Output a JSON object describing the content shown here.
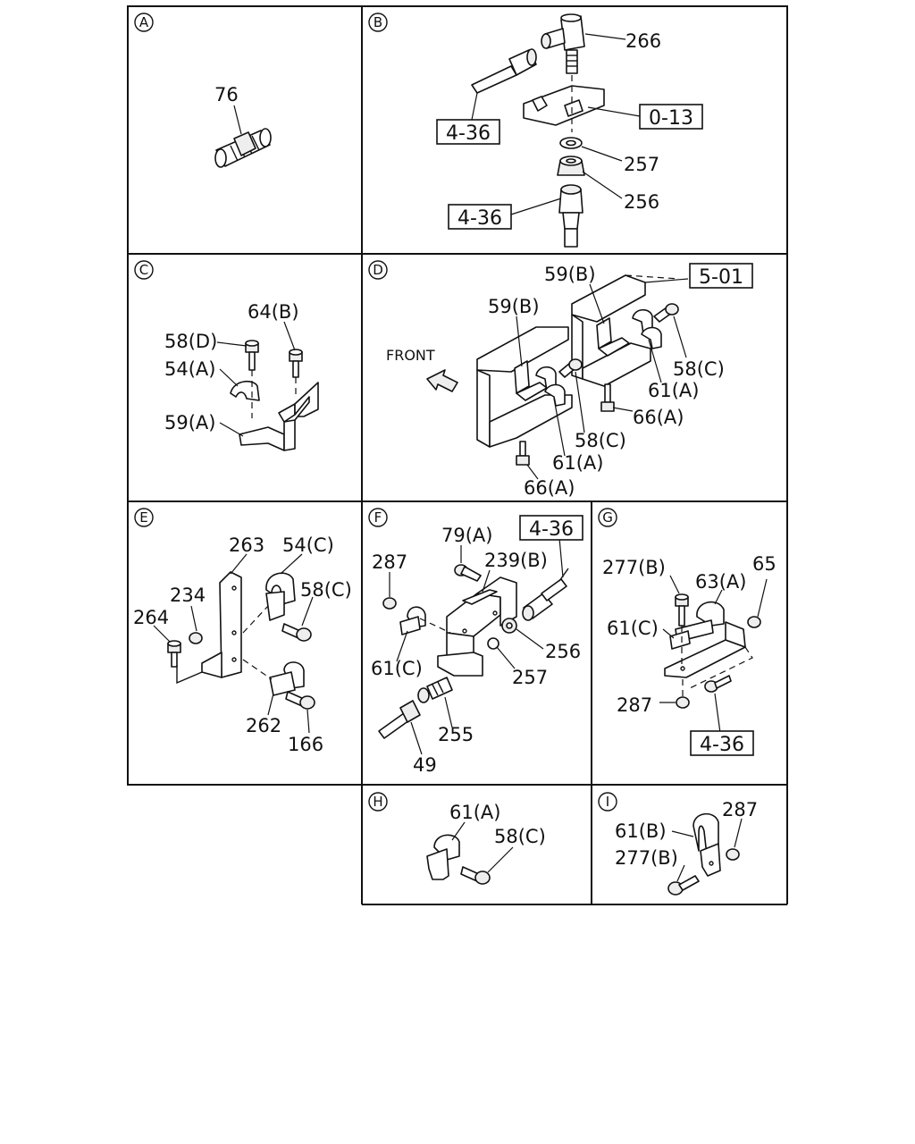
{
  "panels": {
    "A": {
      "letter": "A",
      "labels": {
        "l76": "76"
      }
    },
    "B": {
      "letter": "B",
      "labels": {
        "l266": "266",
        "l257": "257",
        "l256": "256",
        "box013": "0-13",
        "box436a": "4-36",
        "box436b": "4-36"
      }
    },
    "C": {
      "letter": "C",
      "labels": {
        "l64b": "64(B)",
        "l58d": "58(D)",
        "l54a": "54(A)",
        "l59a": "59(A)"
      }
    },
    "D": {
      "letter": "D",
      "labels": {
        "l59b1": "59(B)",
        "l59b2": "59(B)",
        "box501": "5-01",
        "front": "FRONT",
        "l58c1": "58(C)",
        "l61a1": "61(A)",
        "l66a1": "66(A)",
        "l58c2": "58(C)",
        "l61a2": "61(A)",
        "l66a2": "66(A)"
      }
    },
    "E": {
      "letter": "E",
      "labels": {
        "l263": "263",
        "l54c": "54(C)",
        "l234": "234",
        "l58c": "58(C)",
        "l264": "264",
        "l262": "262",
        "l166": "166"
      }
    },
    "F": {
      "letter": "F",
      "labels": {
        "box436": "4-36",
        "l79a": "79(A)",
        "l287": "287",
        "l239b": "239(B)",
        "l61c": "61(C)",
        "l256": "256",
        "l257": "257",
        "l255": "255",
        "l49": "49"
      }
    },
    "G": {
      "letter": "G",
      "labels": {
        "l277b": "277(B)",
        "l63a": "63(A)",
        "l65": "65",
        "l61c": "61(C)",
        "l287": "287",
        "box436": "4-36"
      }
    },
    "H": {
      "letter": "H",
      "labels": {
        "l61a": "61(A)",
        "l58c": "58(C)"
      }
    },
    "I": {
      "letter": "I",
      "labels": {
        "l287": "287",
        "l61b": "61(B)",
        "l277b": "277(B)"
      }
    }
  }
}
